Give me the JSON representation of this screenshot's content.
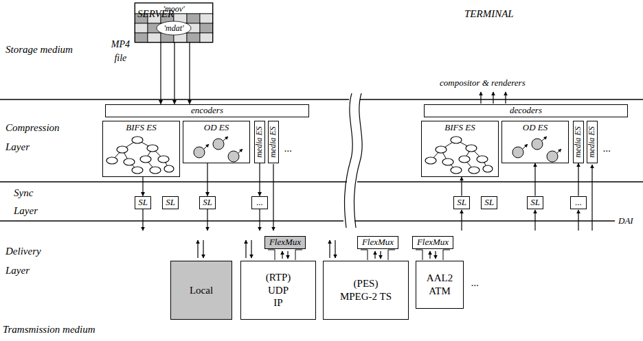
{
  "diagram": {
    "nodes": [
      {
        "text": [
          "MP4 file",
          "'moov'",
          "'mdat'"
        ]
      },
      {
        "text": [
          "encoders"
        ]
      },
      {
        "text": [
          "BIFS ES"
        ]
      },
      {
        "text": [
          "OD ES"
        ]
      },
      {
        "text": [
          "media ES"
        ]
      },
      {
        "text": [
          "media ES"
        ]
      },
      {
        "text": [
          "SL"
        ]
      },
      {
        "text": [
          "SL"
        ]
      },
      {
        "text": [
          "SL"
        ]
      },
      {
        "text": [
          "..."
        ]
      },
      {
        "text": [
          "decoders"
        ]
      },
      {
        "text": [
          "BIFS ES"
        ]
      },
      {
        "text": [
          "OD ES"
        ]
      },
      {
        "text": [
          "media ES"
        ]
      },
      {
        "text": [
          "media ES"
        ]
      },
      {
        "text": [
          "SL"
        ]
      },
      {
        "text": [
          "SL"
        ]
      },
      {
        "text": [
          "SL"
        ]
      },
      {
        "text": [
          "..."
        ]
      },
      {
        "text": [
          "FlexMux"
        ]
      },
      {
        "text": [
          "FlexMux"
        ]
      },
      {
        "text": [
          "FlexMux"
        ]
      },
      {
        "text": [
          "Local"
        ]
      },
      {
        "text": [
          "(RTP) UDP IP"
        ]
      },
      {
        "text": [
          "(PES) MPEG-2 TS"
        ]
      },
      {
        "text": [
          "AAL2 ATM"
        ]
      }
    ],
    "edges": [
      {
        "from": 0,
        "to": 1,
        "arrow": "to"
      },
      {
        "from": 0,
        "to": 1,
        "arrow": "to"
      },
      {
        "from": 0,
        "to": 1,
        "arrow": "to"
      },
      {
        "from": 2,
        "to": 6,
        "arrow": "to"
      },
      {
        "from": 3,
        "to": 8,
        "arrow": "to"
      },
      {
        "from": 4,
        "to": 9,
        "arrow": "to"
      },
      {
        "from": 15,
        "to": 11,
        "arrow": "to"
      },
      {
        "from": 17,
        "to": 12,
        "arrow": "to"
      },
      {
        "from": 18,
        "to": 13,
        "arrow": "to"
      }
    ],
    "labels": [
      "SERVER",
      "TERMINAL",
      "Storage medium",
      "compositor & renderers",
      "Compression Layer",
      "...",
      "...",
      "Sync Layer",
      "DAI",
      "Delivery Layer",
      "...",
      "Tramsmission medium"
    ]
  }
}
